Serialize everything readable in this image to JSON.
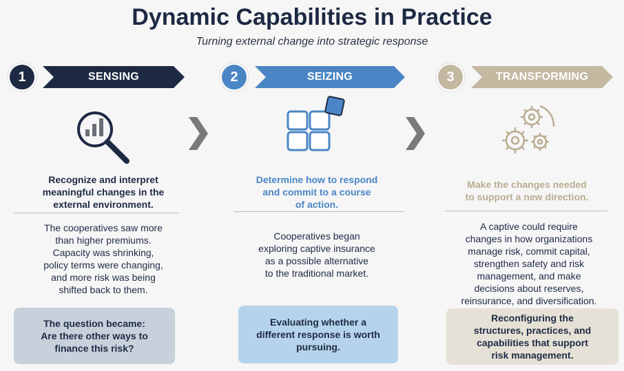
{
  "title": "Dynamic Capabilities in Practice",
  "subtitle": "Turning external change into strategic response",
  "colors": {
    "sensing": "#1e2a44",
    "seizing": "#4a86c5",
    "transforming": "#c3b8a0",
    "sensing_box": "#c7d0db",
    "seizing_box": "#b5d3ea",
    "transforming_box": "#e5e1d6",
    "chevron": "#7a7a7a"
  },
  "steps": [
    {
      "number": "1",
      "label": "SENSING",
      "icon": "magnifier-chart-icon",
      "lead": [
        "Recognize and interpret",
        "meaningful changes in the",
        "external environment."
      ],
      "body": [
        "The cooperatives saw more",
        "than higher premiums.",
        "Capacity was shrinking,",
        "policy terms were changing,",
        "and more risk was being",
        "shifted back to them."
      ],
      "box": [
        "The question became:",
        "Are there other ways to",
        "finance this risk?"
      ]
    },
    {
      "number": "2",
      "label": "SEIZING",
      "icon": "puzzle-blocks-icon",
      "lead": [
        "Determine how to respond",
        "and commit to a course",
        "of action."
      ],
      "body": [
        "Cooperatives began",
        "exploring captive insurance",
        "as a possible alternative",
        "to the traditional market."
      ],
      "box": [
        "Evaluating whether a",
        "different response is worth",
        "pursuing."
      ]
    },
    {
      "number": "3",
      "label": "TRANSFORMING",
      "icon": "gears-icon",
      "lead": [
        "Make the changes needed",
        "to support a new direction."
      ],
      "body": [
        "A captive could require",
        "changes in how organizations",
        "manage risk, commit capital,",
        "strengthen safety and risk",
        "management, and make",
        "decisions about reserves,",
        "reinsurance, and diversification."
      ],
      "box": [
        "Reconfiguring the",
        "structures, practices, and",
        "capabilities that support",
        "risk management."
      ]
    }
  ]
}
